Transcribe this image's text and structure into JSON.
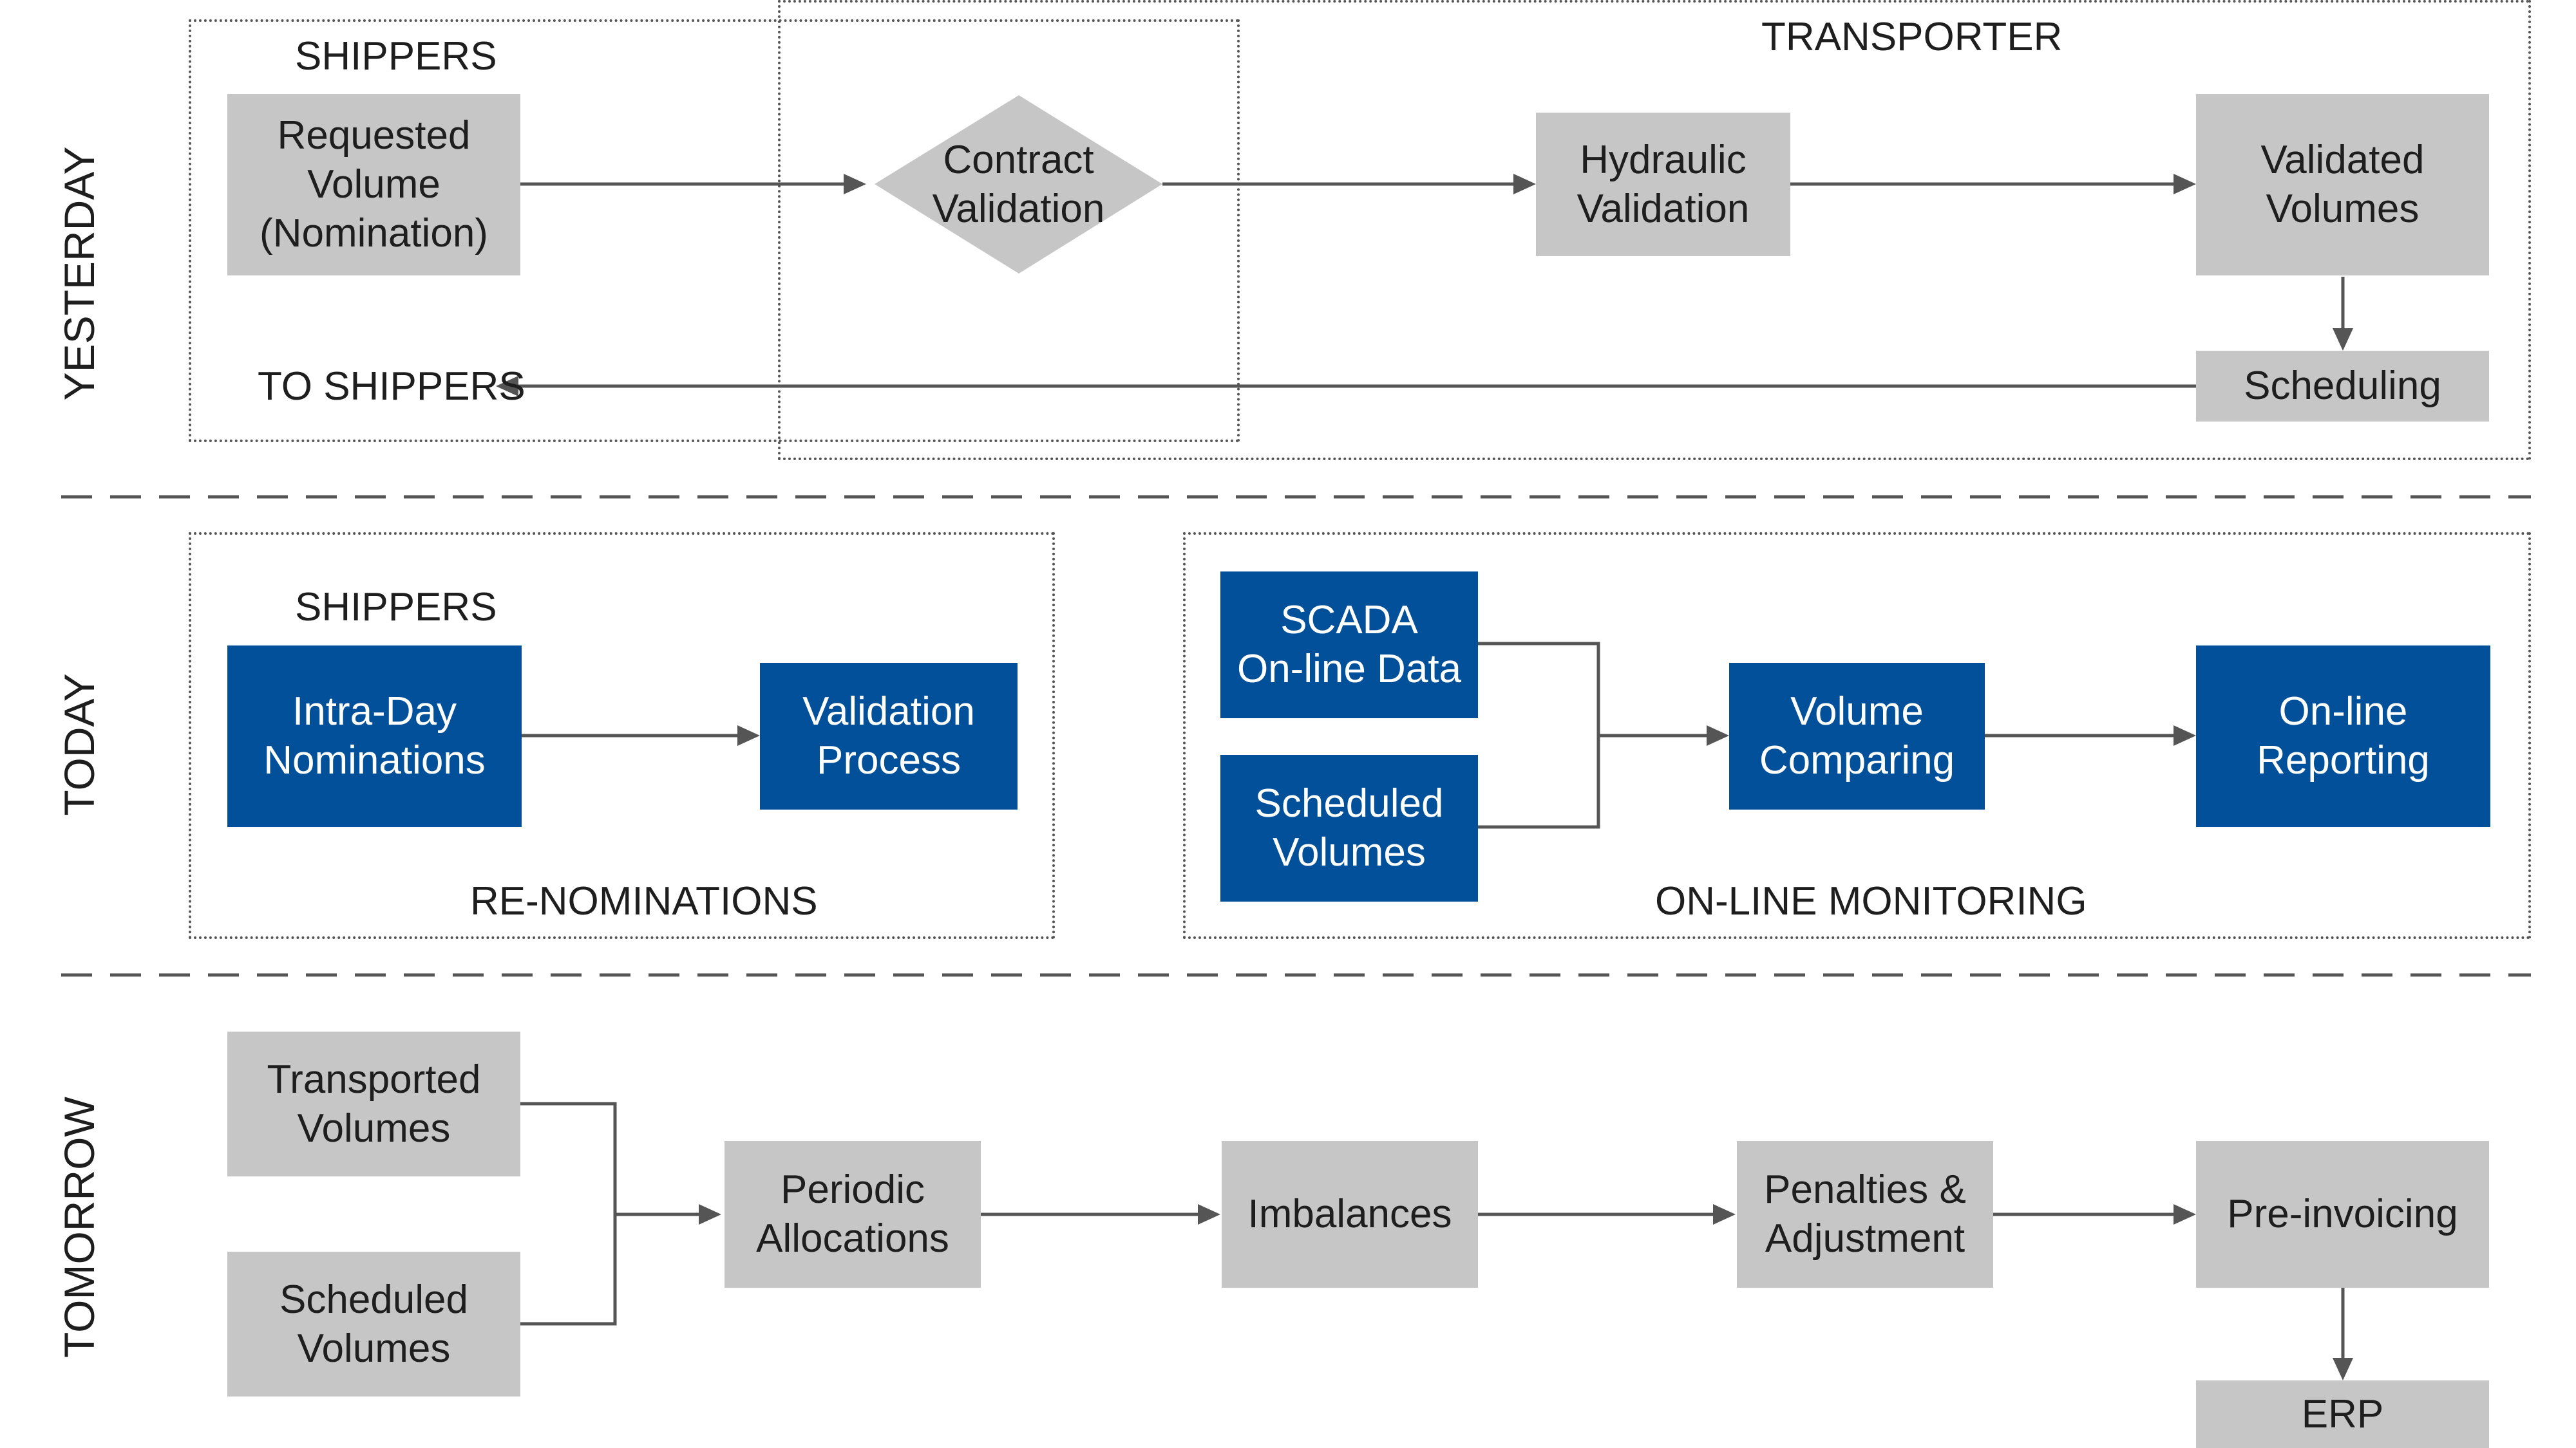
{
  "row_labels": {
    "yesterday": "YESTERDAY",
    "today": "TODAY",
    "tomorrow": "TOMORROW"
  },
  "yesterday": {
    "shippers_label": "SHIPPERS",
    "transporter_label": "TRANSPORTER",
    "to_shippers_label": "TO SHIPPERS",
    "requested_volume": "Requested\nVolume\n(Nomination)",
    "contract_validation": "Contract\nValidation",
    "hydraulic_validation": "Hydraulic\nValidation",
    "validated_volumes": "Validated\nVolumes",
    "scheduling": "Scheduling"
  },
  "today": {
    "shippers_label": "SHIPPERS",
    "renominations_label": "RE-NOMINATIONS",
    "online_monitoring_label": "ON-LINE MONITORING",
    "intraday_nominations": "Intra-Day\nNominations",
    "validation_process": "Validation\nProcess",
    "scada_data": "SCADA\nOn-line Data",
    "scheduled_volumes": "Scheduled\nVolumes",
    "volume_comparing": "Volume\nComparing",
    "online_reporting": "On-line\nReporting"
  },
  "tomorrow": {
    "transported_volumes": "Transported\nVolumes",
    "scheduled_volumes": "Scheduled\nVolumes",
    "periodic_allocations": "Periodic\nAllocations",
    "imbalances": "Imbalances",
    "penalties_adjustment": "Penalties &\nAdjustment",
    "pre_invoicing": "Pre-invoicing",
    "erp": "ERP"
  },
  "colors": {
    "gray_box": "#c6c6c6",
    "blue_box": "#03509a",
    "line": "#555555"
  }
}
